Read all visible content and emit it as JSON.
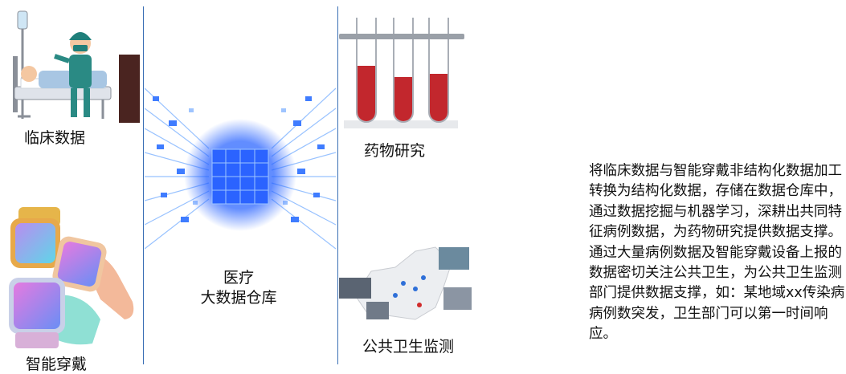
{
  "labels": {
    "clinical": "临床数据",
    "warehouse_line1": "医疗",
    "warehouse_line2": "大数据仓库",
    "drug": "药物研究",
    "wearable": "智能穿戴",
    "public_health": "公共卫生监测"
  },
  "description": {
    "para1": "将临床数据与智能穿戴非结构化数据加工转换为结构化数据，存储在数据仓库中，通过数据挖掘与机器学习，深耕出共同特征病例数据，为药物研究提供数据支撑。",
    "para2": "通过大量病例数据及智能穿戴设备上报的数据密切关注公共卫生，为公共卫生监测部门提供数据支撑，如：某地域xx传染病病例数突发，卫生部门可以第一时间响应。"
  },
  "colors": {
    "divider": "#3a6fb5",
    "blood": "#c2272d",
    "warehouse_glow": "#1f5cff"
  }
}
